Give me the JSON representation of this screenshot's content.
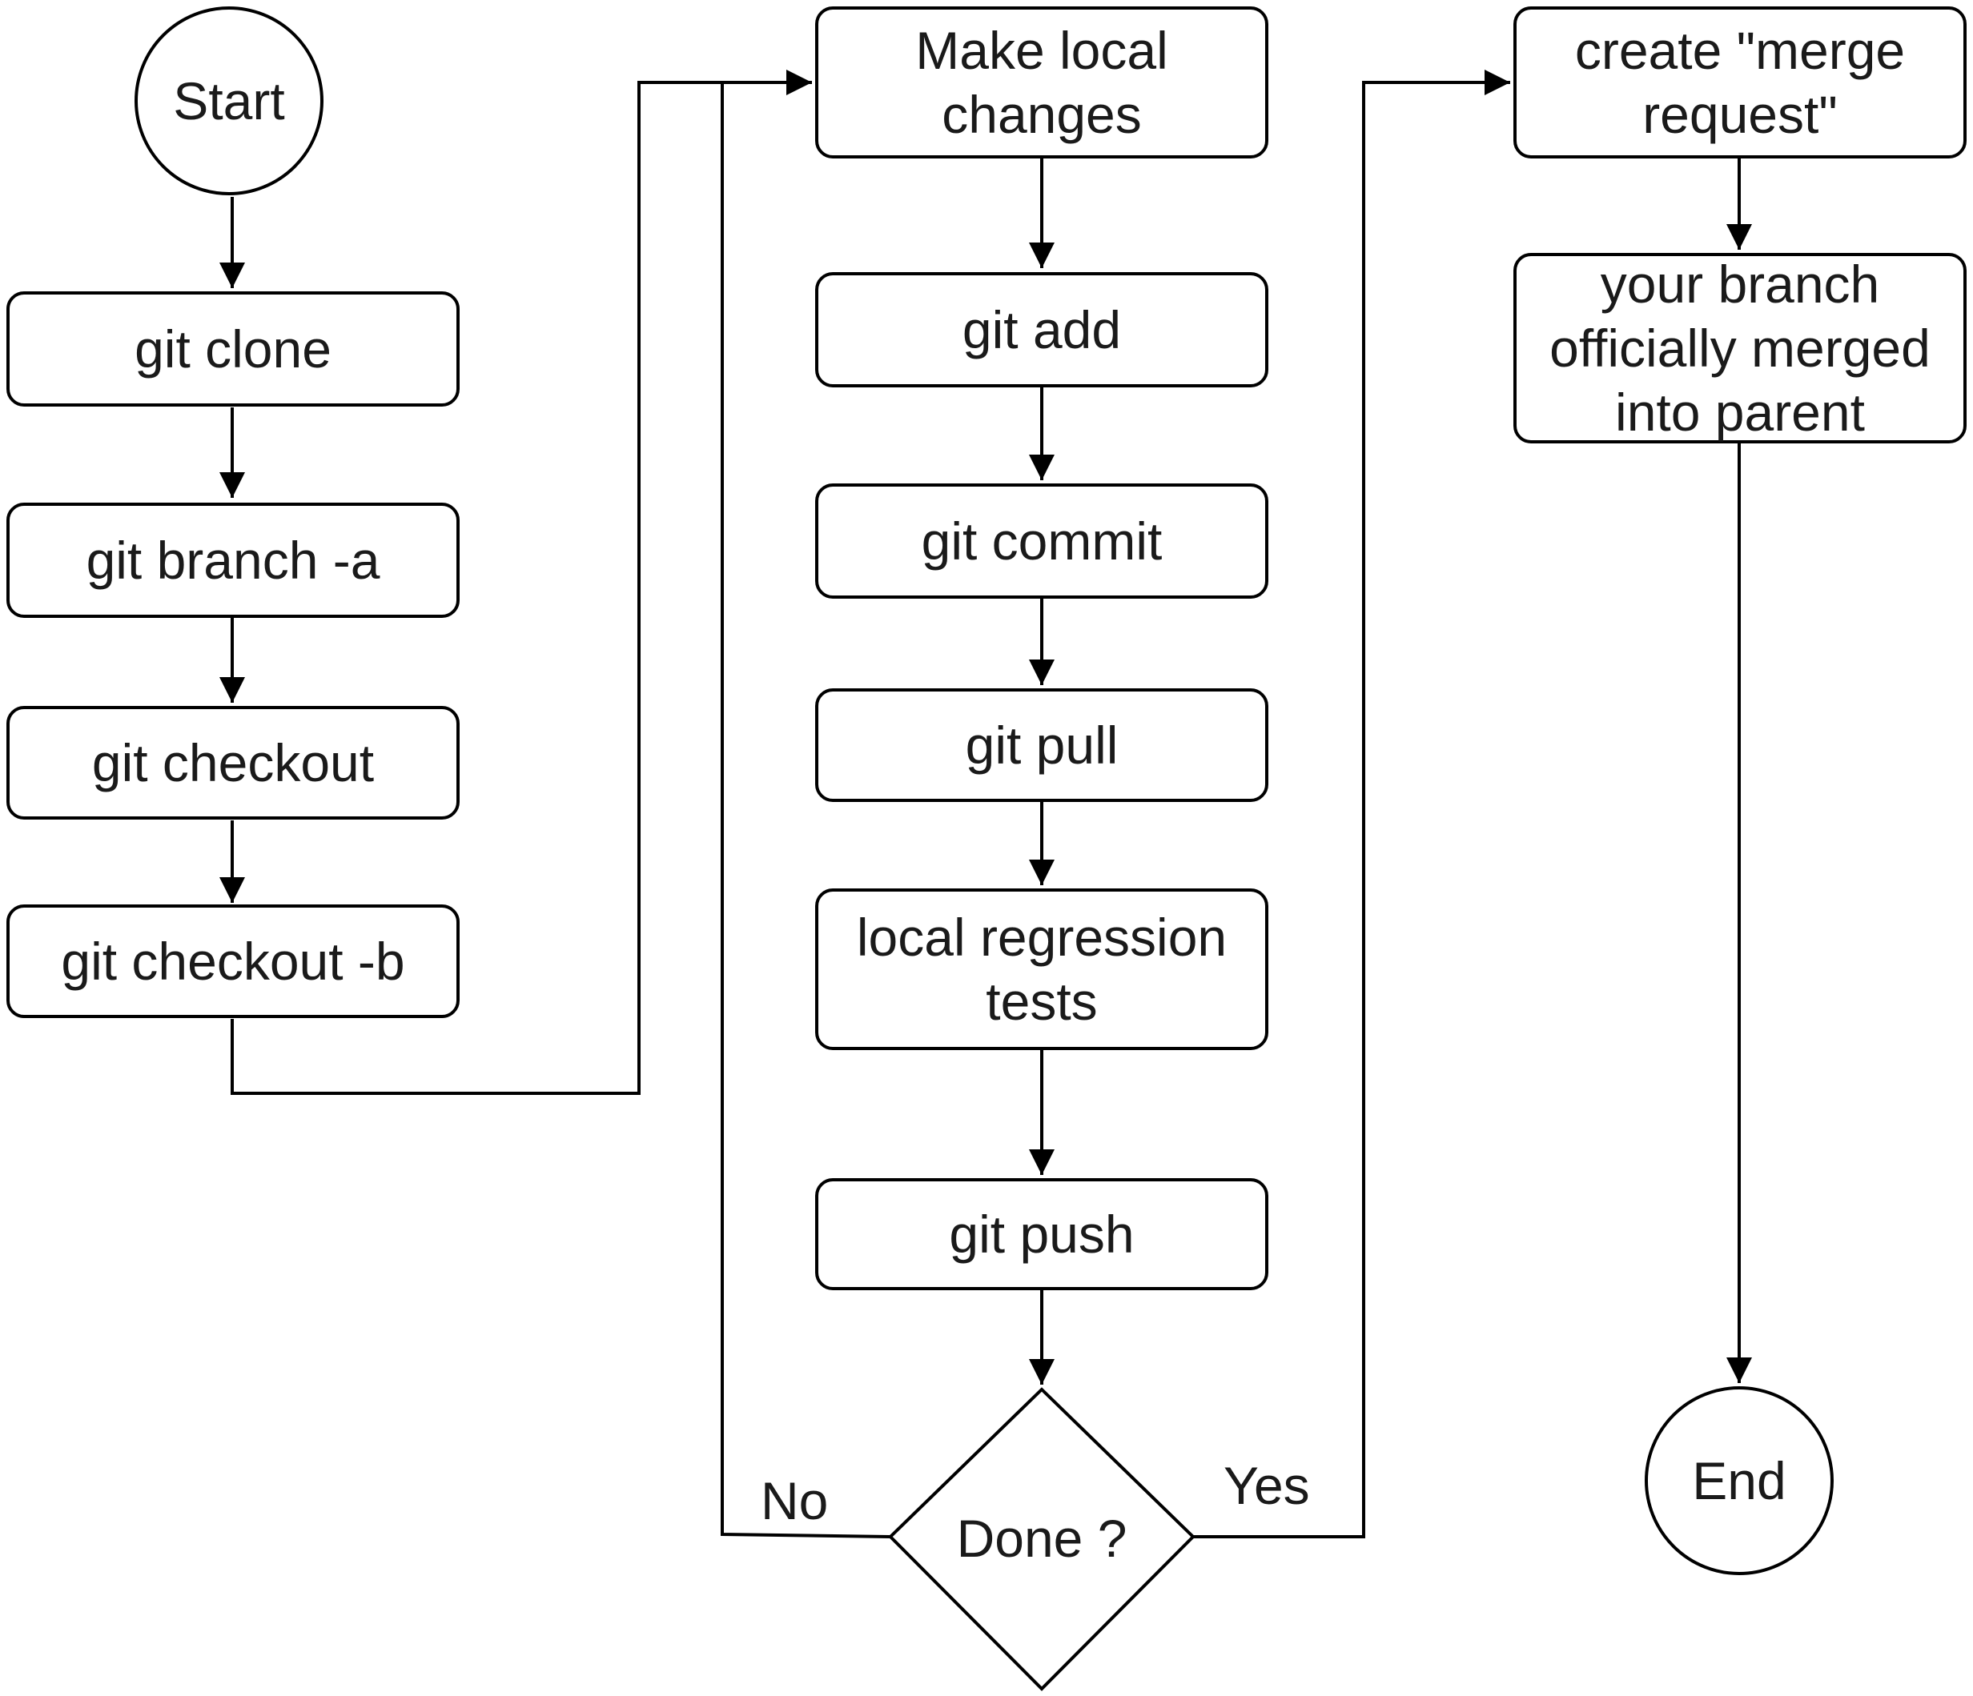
{
  "diagram": {
    "start": {
      "label": "Start"
    },
    "left_column": [
      {
        "id": "git-clone",
        "label": "git clone"
      },
      {
        "id": "git-branch-a",
        "label": "git branch -a"
      },
      {
        "id": "git-checkout",
        "label": "git checkout"
      },
      {
        "id": "git-checkout-b",
        "label": "git checkout -b"
      }
    ],
    "middle_column": [
      {
        "id": "make-local-changes",
        "label": "Make local changes"
      },
      {
        "id": "git-add",
        "label": "git add"
      },
      {
        "id": "git-commit",
        "label": "git commit"
      },
      {
        "id": "git-pull",
        "label": "git pull"
      },
      {
        "id": "local-regression-tests",
        "label": "local regression tests"
      },
      {
        "id": "git-push",
        "label": "git push"
      }
    ],
    "decision": {
      "label": "Done ?",
      "no_label": "No",
      "yes_label": "Yes"
    },
    "right_column": [
      {
        "id": "create-merge-request",
        "label": "create \"merge request\""
      },
      {
        "id": "branch-merged",
        "label": "your branch officially merged into parent"
      }
    ],
    "end": {
      "label": "End"
    }
  },
  "colors": {
    "stroke": "#000000",
    "text": "#1a1a1a",
    "background": "#ffffff"
  }
}
